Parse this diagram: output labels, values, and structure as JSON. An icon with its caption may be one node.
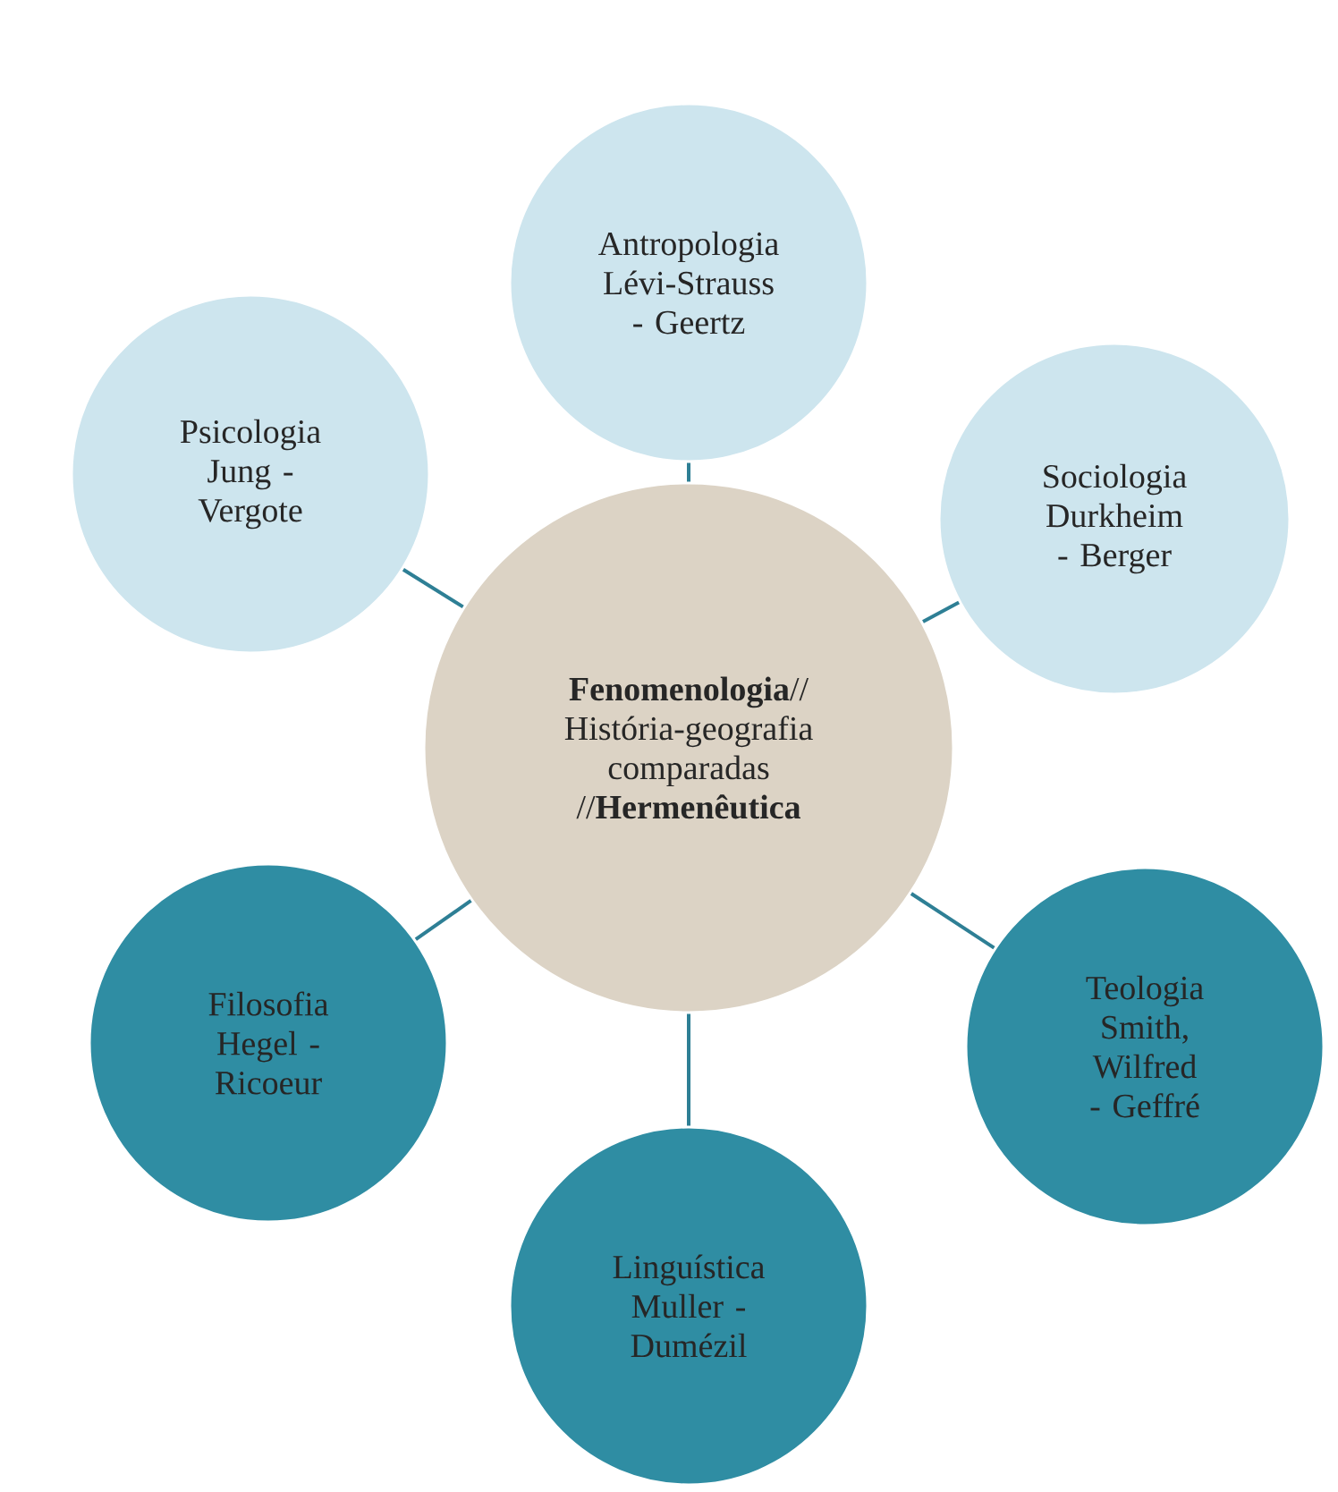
{
  "diagram": {
    "nodes": [
      {
        "text": [
          "**Fenomenologia**// História-geografia comparadas //**Hermenêutica**"
        ]
      },
      {
        "text": [
          "Antropologia",
          "Lévi-Strauss - Geertz"
        ]
      },
      {
        "text": [
          "Sociologia",
          "Durkheim - Berger"
        ]
      },
      {
        "text": [
          "Teologia",
          "Smith, Wilfred - Geffré"
        ]
      },
      {
        "text": [
          "Linguística",
          "Muller - Dumézil"
        ]
      },
      {
        "text": [
          "Filosofia",
          "Hegel - Ricoeur"
        ]
      },
      {
        "text": [
          "Psicologia",
          "Jung - Vergote"
        ]
      }
    ],
    "edges": [
      {
        "from": 0,
        "to": 1,
        "arrow": "none"
      },
      {
        "from": 0,
        "to": 2,
        "arrow": "none"
      },
      {
        "from": 0,
        "to": 3,
        "arrow": "none"
      },
      {
        "from": 0,
        "to": 4,
        "arrow": "none"
      },
      {
        "from": 0,
        "to": 5,
        "arrow": "none"
      },
      {
        "from": 0,
        "to": 6,
        "arrow": "none"
      }
    ]
  }
}
